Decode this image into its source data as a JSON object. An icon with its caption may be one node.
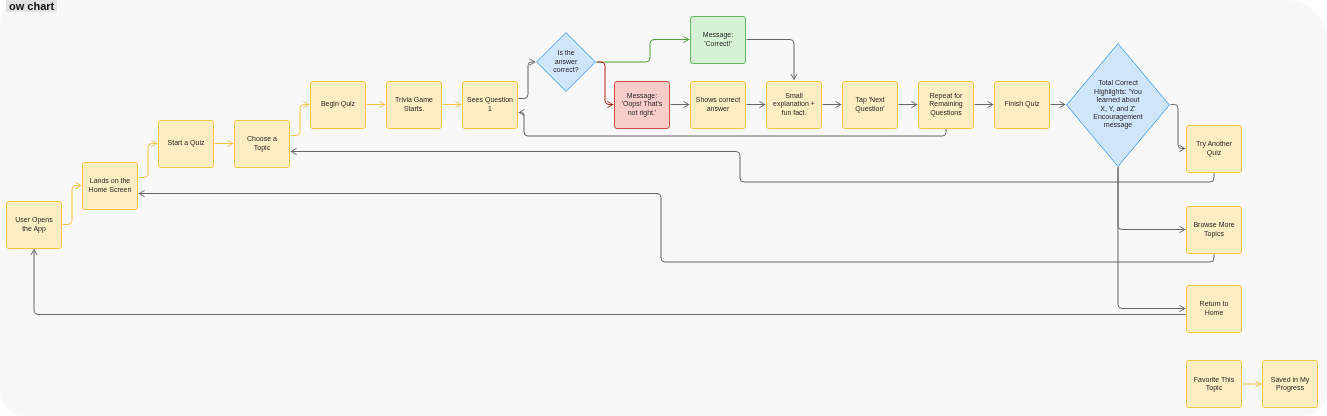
{
  "diagram": {
    "title": "ow chart",
    "nodes": [
      {
        "text": [
          "User Opens the App"
        ]
      },
      {
        "text": [
          "Lands on the Home Screen"
        ]
      },
      {
        "text": [
          "Start a Quiz"
        ]
      },
      {
        "text": [
          "Choose a Topic"
        ]
      },
      {
        "text": [
          "Begin Quiz"
        ]
      },
      {
        "text": [
          "Trivia Game Starts."
        ]
      },
      {
        "text": [
          "Sees Question 1"
        ]
      },
      {
        "text": [
          "Is the answer correct?"
        ]
      },
      {
        "text": [
          "Message: 'Correct!'"
        ]
      },
      {
        "text": [
          "Message: 'Oops! That's not right.'"
        ]
      },
      {
        "text": [
          "Shows correct answer"
        ]
      },
      {
        "text": [
          "Small explanation + fun fact."
        ]
      },
      {
        "text": [
          "Tap 'Next Question'"
        ]
      },
      {
        "text": [
          "Repeat for Remaining Questions"
        ]
      },
      {
        "text": [
          "Finish Quiz"
        ]
      },
      {
        "text": [
          "Total Correct Highlights: 'You learned about X, Y, and Z' Encouragement message"
        ]
      },
      {
        "text": [
          "Try Another Quiz"
        ]
      },
      {
        "text": [
          "Browse More Topics"
        ]
      },
      {
        "text": [
          "Return to Home"
        ]
      },
      {
        "text": [
          "Favorite This Topic"
        ]
      },
      {
        "text": [
          "Saved in My Progress"
        ]
      }
    ],
    "edges": [
      {
        "from": 0,
        "to": 1,
        "arrow": "to",
        "color": "#f5c444"
      },
      {
        "from": 1,
        "to": 2,
        "arrow": "to",
        "color": "#f5c444"
      },
      {
        "from": 2,
        "to": 3,
        "arrow": "to",
        "color": "#f5c444"
      },
      {
        "from": 3,
        "to": 4,
        "arrow": "to",
        "color": "#f5c444"
      },
      {
        "from": 4,
        "to": 5,
        "arrow": "to",
        "color": "#f5c444"
      },
      {
        "from": 5,
        "to": 6,
        "arrow": "to",
        "color": "#f5c444"
      },
      {
        "from": 6,
        "to": 7,
        "arrow": "to"
      },
      {
        "from": 7,
        "to": 8,
        "arrow": "to",
        "color": "#4f9d3a"
      },
      {
        "from": 7,
        "to": 9,
        "arrow": "to",
        "color": "#b3261e"
      },
      {
        "from": 9,
        "to": 10,
        "arrow": "to"
      },
      {
        "from": 8,
        "to": 11,
        "arrow": "to"
      },
      {
        "from": 10,
        "to": 11,
        "arrow": "to"
      },
      {
        "from": 11,
        "to": 12,
        "arrow": "to"
      },
      {
        "from": 12,
        "to": 13,
        "arrow": "to"
      },
      {
        "from": 13,
        "to": 14,
        "arrow": "to"
      },
      {
        "from": 14,
        "to": 15,
        "arrow": "to"
      },
      {
        "from": 13,
        "to": 6,
        "arrow": "to"
      },
      {
        "from": 15,
        "to": 16,
        "arrow": "to"
      },
      {
        "from": 16,
        "to": 3,
        "arrow": "to"
      },
      {
        "from": 15,
        "to": 17,
        "arrow": "to"
      },
      {
        "from": 15,
        "to": 18,
        "arrow": "to"
      },
      {
        "from": 17,
        "to": 1,
        "arrow": "to"
      },
      {
        "from": 18,
        "to": 0,
        "arrow": "to"
      },
      {
        "from": 19,
        "to": 20,
        "arrow": "to",
        "color": "#f5c444"
      }
    ]
  }
}
